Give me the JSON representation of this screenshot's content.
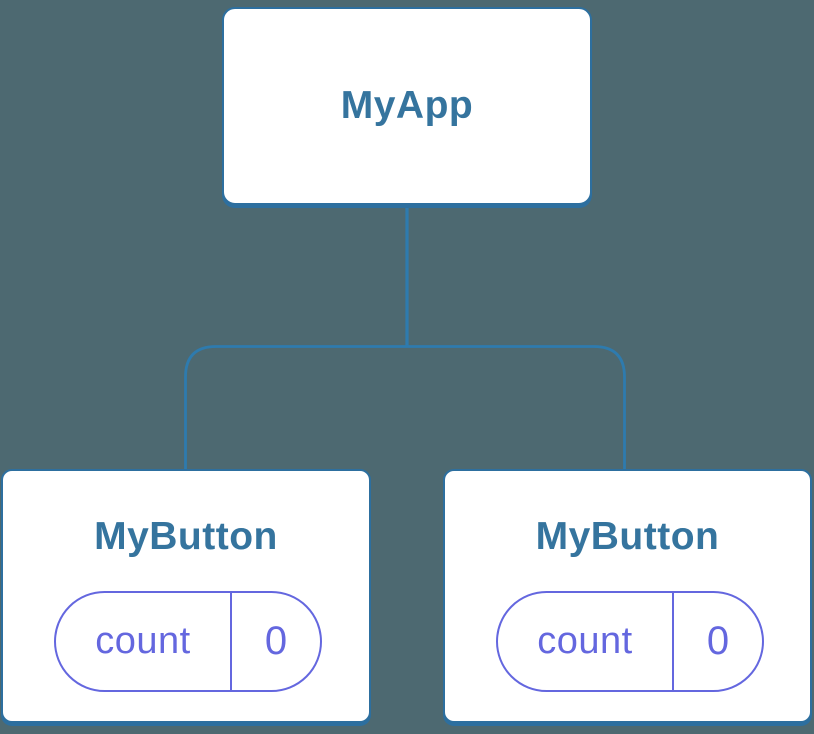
{
  "tree": {
    "root": {
      "label": "MyApp"
    },
    "children": [
      {
        "label": "MyButton",
        "state": {
          "key": "count",
          "value": "0"
        }
      },
      {
        "label": "MyButton",
        "state": {
          "key": "count",
          "value": "0"
        }
      }
    ]
  },
  "colors": {
    "background": "#4d6971",
    "connector_blue": "#2e7bae",
    "node_border_blue": "#2d6f9f",
    "node_text_blue": "#35749e",
    "state_purple": "#6467df",
    "node_fill": "#ffffff"
  }
}
